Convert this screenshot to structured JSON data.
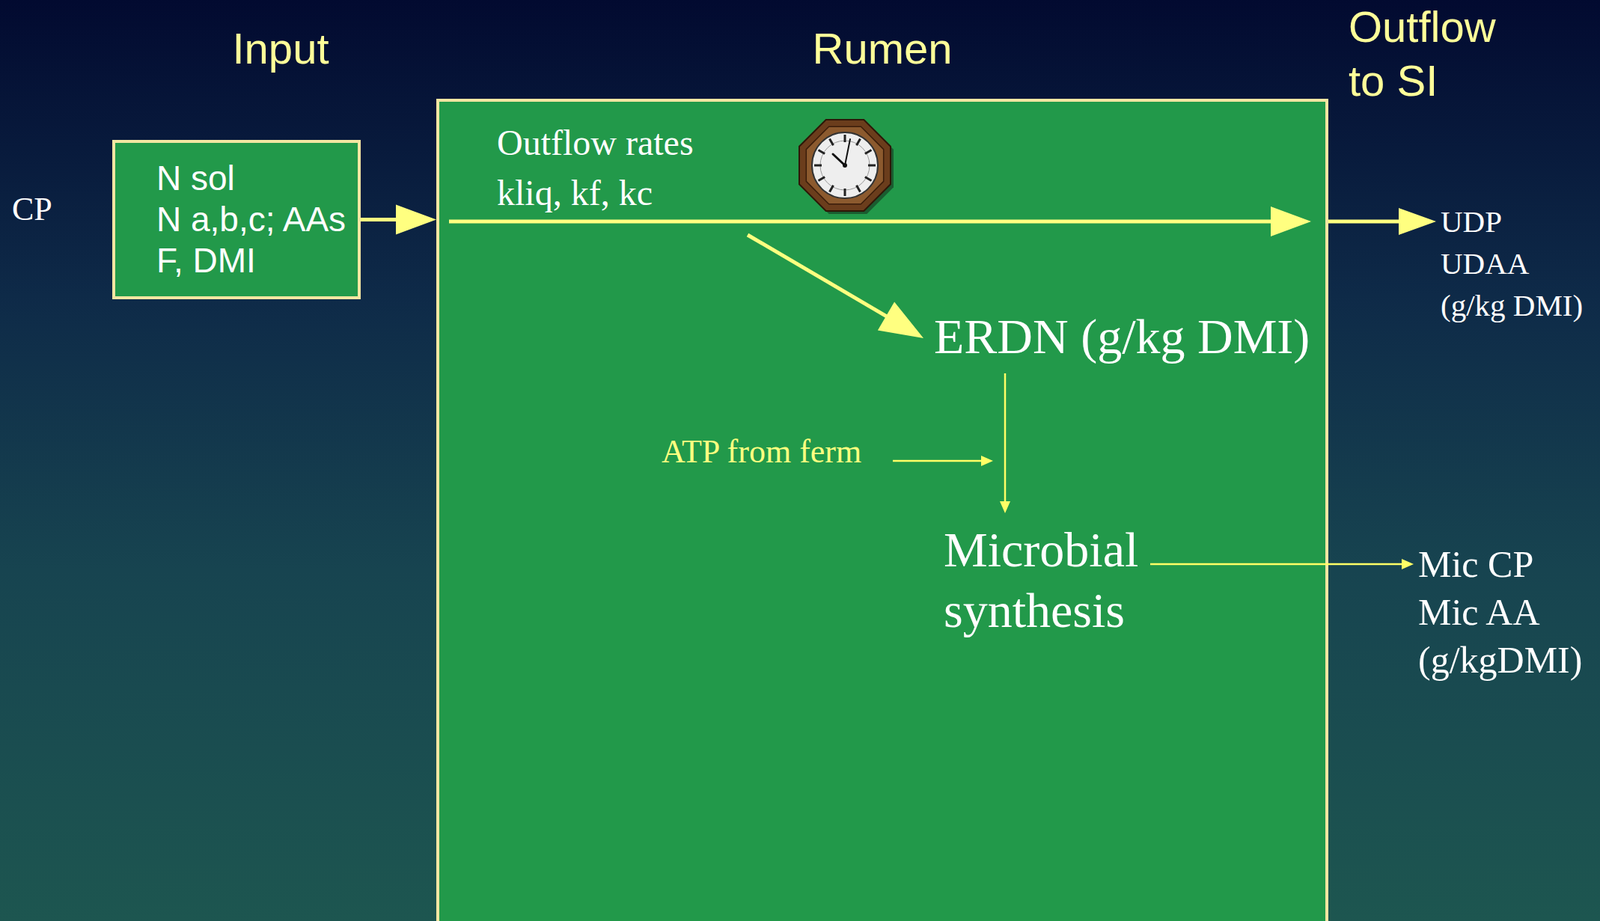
{
  "diagram": {
    "nodes": [
      {
        "text": [
          "N sol",
          "N a,b,c; AAs",
          "F, DMI"
        ]
      },
      {
        "text": [
          "Rumen"
        ]
      },
      {
        "text": [
          "ERDN (g/kg DMI)"
        ],
        "in": 1
      },
      {
        "text": [
          "Microbial synthesis"
        ],
        "in": 1
      },
      {
        "text": [
          "UDP",
          "UDAA",
          "(g/kg DMI)"
        ]
      },
      {
        "text": [
          "Mic CP",
          "Mic AA",
          "(g/kgDMI)"
        ]
      }
    ],
    "edges": [
      {
        "from": 0,
        "to": 1,
        "arrow": "to"
      },
      {
        "from": 1,
        "to": 4,
        "arrow": "to"
      },
      {
        "from": 2,
        "to": 3,
        "arrow": "to"
      },
      {
        "from": 3,
        "to": 5,
        "arrow": "to"
      }
    ],
    "labels": [
      "Input",
      "Outflow to SI",
      "CP",
      "Outflow rates kliq, kf, kc",
      "ATP from ferm"
    ]
  }
}
